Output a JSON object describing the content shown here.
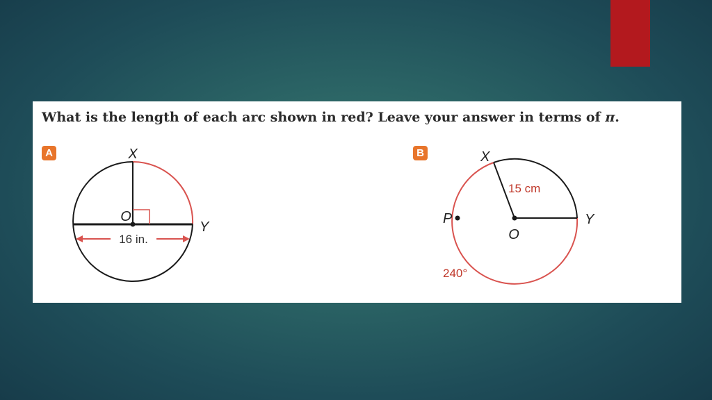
{
  "question": {
    "text": "What is the length of each arc shown in red? Leave your answer in terms of",
    "pi": "π",
    "end": "."
  },
  "figure_a": {
    "badge": "A",
    "point_x": "X",
    "point_o": "O",
    "point_y": "Y",
    "diameter_label": "16 in."
  },
  "figure_b": {
    "badge": "B",
    "point_x": "X",
    "point_o": "O",
    "point_y": "Y",
    "point_p": "P",
    "radius_label": "15 cm",
    "angle_label": "240°"
  },
  "colors": {
    "arc_red": "#d9534f",
    "accent_tab": "#b3191e",
    "badge_orange": "#e8752b"
  }
}
